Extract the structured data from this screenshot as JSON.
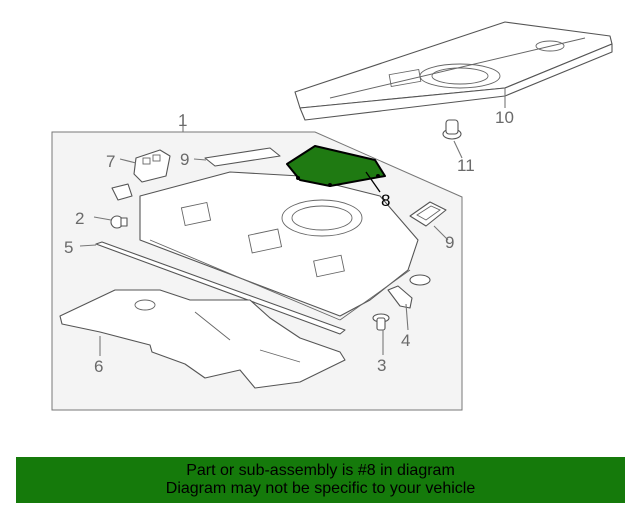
{
  "callouts": {
    "c1": "1",
    "c2": "2",
    "c3": "3",
    "c4": "4",
    "c5": "5",
    "c6": "6",
    "c7": "7",
    "c8": "8",
    "c9a": "9",
    "c9b": "9",
    "c10": "10",
    "c11": "11"
  },
  "highlight_part": "8",
  "colors": {
    "highlight_fill": "#1f7a12",
    "banner_bg": "#157a0b",
    "line": "#555555"
  },
  "banner": {
    "line1": "Part or sub-assembly is #8 in diagram",
    "line2": "Diagram may not be specific to your vehicle"
  }
}
